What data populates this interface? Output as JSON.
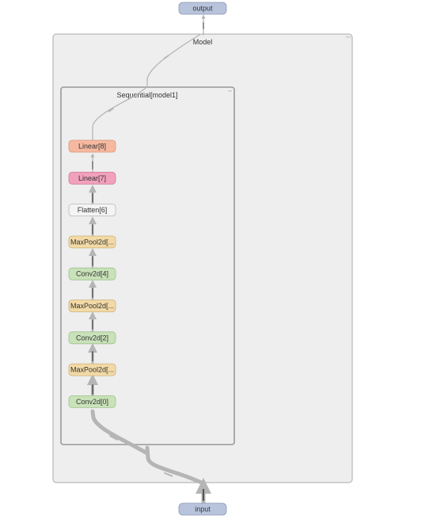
{
  "graph": {
    "output_label": "output",
    "input_label": "input",
    "model_label": "Model",
    "sequential_label": "Sequential[model1]",
    "palette": {
      "io": "#b8c4dc",
      "linear_orange": "#f6b9a0",
      "linear_pink": "#f2a1bd",
      "flatten": "#f4f4f4",
      "maxpool": "#f2d9a6",
      "conv": "#c9e2b9",
      "group_fill": "#eeeeee",
      "group_stroke": "#aaaaaa",
      "edge": "#b5b5b5"
    },
    "layers": [
      {
        "id": "linear8",
        "label": "Linear[8]",
        "kind": "linear_orange"
      },
      {
        "id": "linear7",
        "label": "Linear[7]",
        "kind": "linear_pink"
      },
      {
        "id": "flatten6",
        "label": "Flatten[6]",
        "kind": "flatten"
      },
      {
        "id": "maxpool5",
        "label": "MaxPool2d[...",
        "kind": "maxpool"
      },
      {
        "id": "conv4",
        "label": "Conv2d[4]",
        "kind": "conv"
      },
      {
        "id": "maxpool3",
        "label": "MaxPool2d[...",
        "kind": "maxpool"
      },
      {
        "id": "conv2",
        "label": "Conv2d[2]",
        "kind": "conv"
      },
      {
        "id": "maxpool1",
        "label": "MaxPool2d[...",
        "kind": "maxpool"
      },
      {
        "id": "conv0",
        "label": "Conv2d[0]",
        "kind": "conv"
      }
    ]
  }
}
